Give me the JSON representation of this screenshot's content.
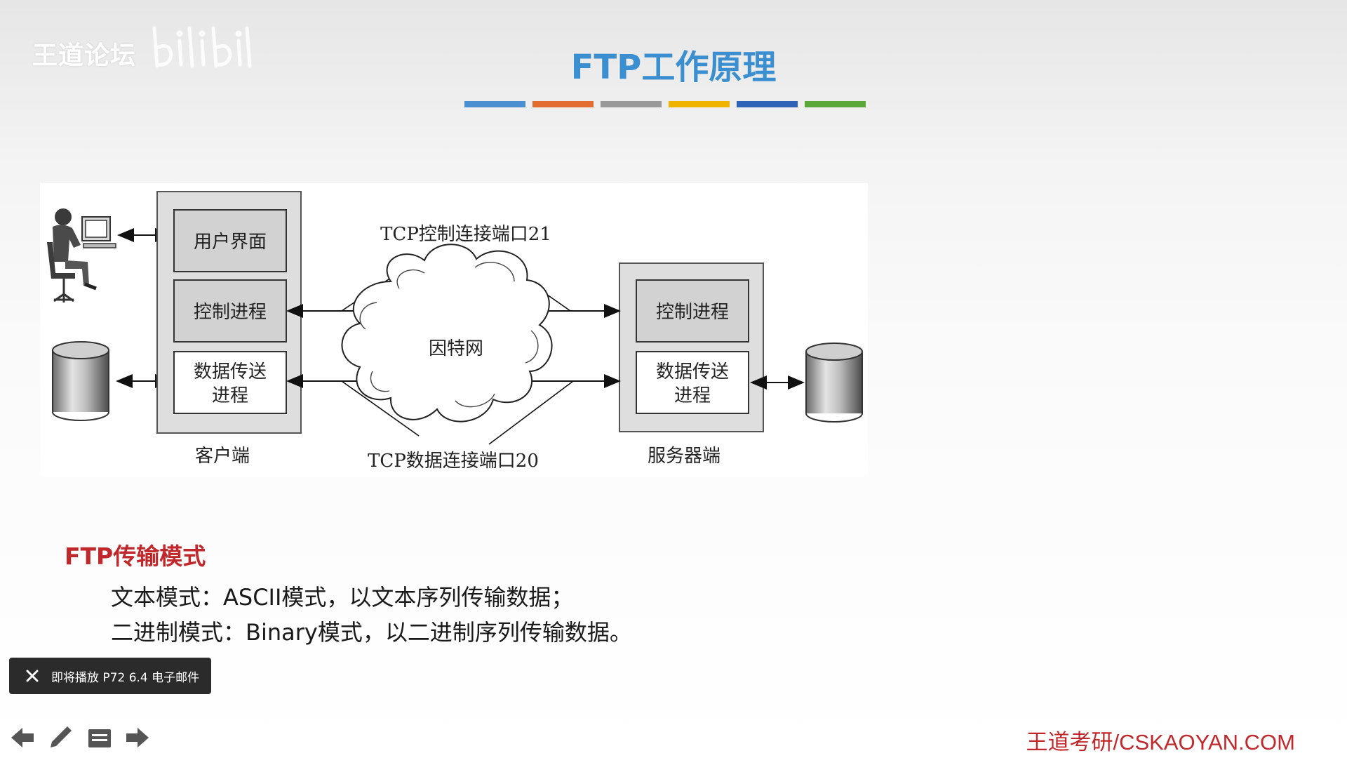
{
  "watermark": {
    "forum_text": "王道论坛",
    "logo_icon": "bilibili-logo-icon"
  },
  "slide": {
    "title": "FTP工作原理",
    "color_bar": [
      "#4a8fcf",
      "#e36c2f",
      "#999999",
      "#f0b400",
      "#2e63b8",
      "#5ba83a"
    ]
  },
  "diagram": {
    "client": {
      "label": "客户端",
      "user_interface": "用户界面",
      "control_process": "控制进程",
      "data_process_line1": "数据传送",
      "data_process_line2": "进程"
    },
    "server": {
      "label": "服务器端",
      "control_process": "控制进程",
      "data_process_line1": "数据传送",
      "data_process_line2": "进程"
    },
    "internet": "因特网",
    "control_connection": "TCP控制连接端口21",
    "data_connection": "TCP数据连接端口20",
    "user_icon": "person-at-computer-icon",
    "storage_icon": "database-cylinder-icon"
  },
  "modes": {
    "heading": "FTP传输模式",
    "text_mode": "文本模式：ASCII模式，以文本序列传输数据；",
    "binary_mode": "二进制模式：Binary模式，以二进制序列传输数据。"
  },
  "toast": {
    "close_icon": "close-icon",
    "text": "即将播放 P72 6.4 电子邮件"
  },
  "nav": {
    "icons": [
      "arrow-left-icon",
      "pen-icon",
      "notes-icon",
      "arrow-right-icon"
    ]
  },
  "footer": {
    "brand": "王道考研/CSKAOYAN.COM"
  }
}
